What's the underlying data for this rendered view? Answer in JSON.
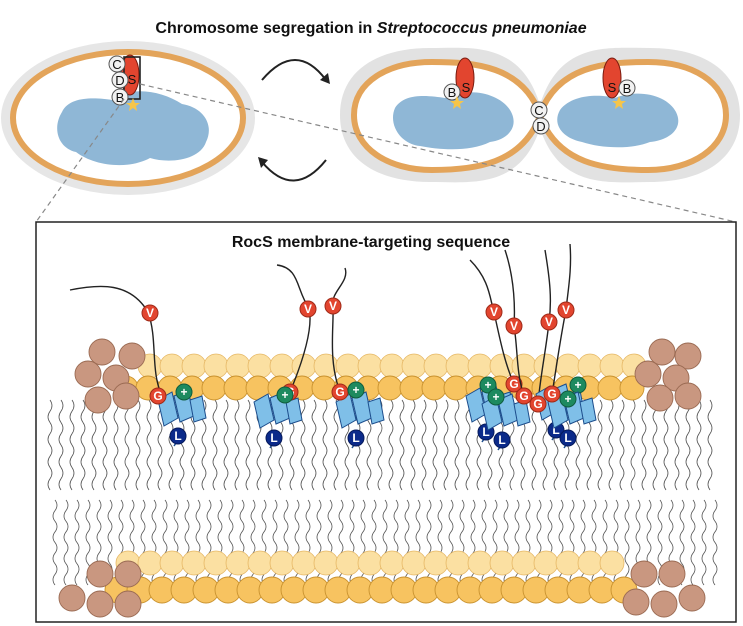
{
  "title": {
    "prefix": "Chromosome segregation in ",
    "species": "Streptococcus pneumoniae"
  },
  "panel_title": "RocS membrane-targeting sequence",
  "protein_labels": {
    "c": "C",
    "d": "D",
    "s": "S",
    "b": "B"
  },
  "residue_labels": {
    "v": "V",
    "g": "G",
    "plus": "+",
    "l": "L"
  },
  "colors": {
    "cell_wall": "#e4e4e4",
    "membrane": "#e3a45a",
    "nucleoid": "#8fb7d6",
    "rocs": "#e2452f",
    "head_top": "#f7c360",
    "head_corner": "#c99780",
    "helix": "#7fbfe8",
    "helix_dark": "#1c4d8c",
    "plus_green": "#1d8a5f",
    "l_blue": "#0b2a8a",
    "star": "#f6c54a"
  }
}
